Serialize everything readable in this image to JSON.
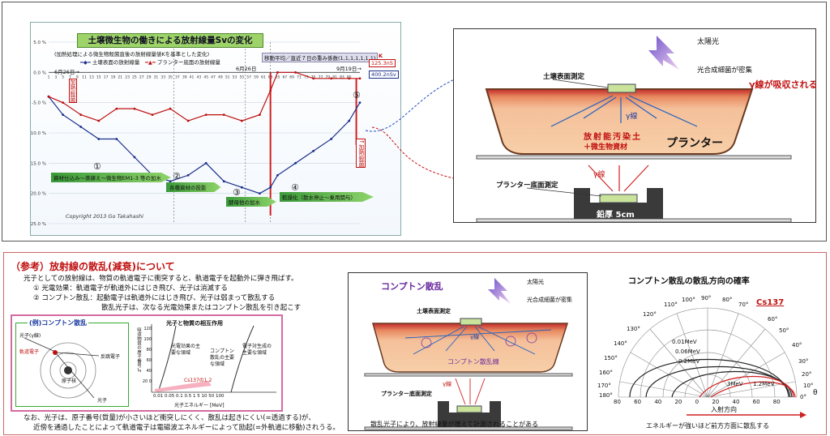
{
  "top": {
    "chart": {
      "title": "土壌微生物の働きによる放射線量Svの変化",
      "note": "(加熱処理による微生物殺菌直後の放射線量値Kを基準とした変化)",
      "moving_avg": "移動平均／直近７日の重み係数(1,1,1,1,1,1,1)",
      "legend_surface": "土壌表面の放射線量",
      "legend_bottom": "プランター底面の放射線量",
      "date_left": "6月26日→",
      "date_mid": "6月26日",
      "date_right": "9月19日→",
      "k_label": "K",
      "k_top": "125.3nS",
      "k_bottom": "400.2nSv",
      "y_ticks": [
        "5.0 %",
        "0.0 %",
        "-5.0 %",
        "-10.0 %",
        "-15.0 %",
        "-20.0 %",
        "-25.0 %"
      ],
      "x_ticks": [
        "1",
        "3",
        "5",
        "7",
        "9",
        "11",
        "13",
        "15",
        "17",
        "19",
        "21",
        "23",
        "25",
        "27",
        "29",
        "31",
        "33",
        "35",
        "37",
        "39",
        "41",
        "43",
        "45",
        "47",
        "49",
        "51",
        "53",
        "55",
        "57",
        "59",
        "61",
        "63",
        "65",
        "67",
        "69",
        "71",
        "73",
        "75",
        "77",
        "79",
        "81",
        "83",
        "85"
      ],
      "phase1": "資材仕込み～蒸練え～微生物EM1-3 等の加水",
      "phase2": "各種資材の投影",
      "phase3": "酵母他の加水",
      "phase4": "乾燥化（散水停止～乗用関与）",
      "num1": "①",
      "num2": "②",
      "num3": "③",
      "num4": "④",
      "num5": "⑤",
      "heat_left": "加熱殺菌",
      "heat_right": "↑加熱殺菌",
      "copyright": "Copyright 2013 Go Takahashi",
      "chart_data": {
        "type": "line",
        "xlabel": "",
        "ylabel": "",
        "ylim": [
          -25,
          5
        ],
        "x": [
          1,
          5,
          10,
          15,
          20,
          25,
          30,
          35,
          40,
          45,
          50,
          55,
          60,
          63,
          65,
          70,
          75,
          80,
          85,
          88
        ],
        "series": [
          {
            "name": "土壌表面の放射線量",
            "values": [
              -4,
              -7,
              -9,
              -11,
              -11,
              -14,
              -17,
              -18,
              -17,
              -15,
              -18,
              -19,
              -20,
              -19,
              -17,
              -15,
              -13,
              -11,
              -8,
              -5
            ]
          },
          {
            "name": "プランター底面の放射線量",
            "values": [
              -4,
              -5,
              -7,
              -8,
              -6,
              -6,
              -7,
              -6,
              -8,
              -7,
              -7,
              -8,
              -7,
              -3,
              0,
              0,
              -1,
              -1,
              -1,
              -1
            ]
          }
        ]
      }
    },
    "diagram": {
      "sunlight": "太陽光",
      "photosynthetic": "光合成細菌が密集",
      "gamma_absorbed": "γ線が吸収される",
      "soil_surface": "土壌表面測定",
      "gamma": "γ線",
      "soil_label1": "放射能汚染土",
      "soil_label2": "＋微生物資材",
      "planter": "プランター",
      "gamma_lower": "γ線",
      "bottom_measure": "プランター底面測定",
      "lead": "鉛厚 5cm"
    }
  },
  "bottom": {
    "heading": "（参考）放射線の散乱(減衰)について",
    "line1": "光子としての放射線は、物質の軌道電子に衝突すると、軌道電子を起動外に弾き飛ばす。",
    "line2": "① 光電効果：軌道電子が軌道外にはじき飛び、光子は消滅する",
    "line3": "② コンプトン散乱：起動電子は軌道外にはじき飛び、光子は弱まって散乱する",
    "line4": "散乱光子は、次なる光電効果またはコンプトン散乱を引き起こす",
    "example_title": "(例)コンプトン散乱",
    "ex_photon": "光子(γ線)",
    "ex_orbital": "軌道電子",
    "ex_recoil": "反跳電子",
    "ex_nucleus": "原子核",
    "ex_out": "光子",
    "interact_title": "光子と物質の相互作用",
    "ie_photo": "光電効果の主要な領域",
    "ie_compton": "コンプトン散乱の主要な領域",
    "ie_pair": "電子対生成の主要な領域",
    "ie_cs": "Cs137の1.2",
    "ie_xlabel": "光子エネルギー [MeV]",
    "ie_ylabel": "吸収物質の原子番号,Z",
    "ie_xticks": [
      "0.01",
      "0.05",
      "0.1",
      "0.5",
      "1",
      "5",
      "10",
      "50",
      "100"
    ],
    "ie_yticks": [
      "120",
      "100",
      "80",
      "60",
      "40",
      "20",
      "0"
    ],
    "note1": "なお、光子は、原子番号(質量)が小さいほど衝突しにくく、散乱は起きにくい(=透過する)が、",
    "note2": "近傍を通過したことによって軌道電子は電磁波エネルギーによって励起(=外軌道に移動)されうる。",
    "compton": {
      "title": "コンプトン散乱",
      "sunlight": "太陽光",
      "photosynthetic": "光合成細菌が密集",
      "soil_surface": "土壌表面測定",
      "gamma": "γ線",
      "scatter": "コンプトン散乱線",
      "gamma2": "γ線",
      "bottom_measure": "プランター底面測定",
      "caption": "散乱光子により、放射線量が増えて計測されることがある"
    },
    "polar": {
      "title": "コンプトン散乱の散乱方向の確率",
      "cs": "Cs137",
      "angles": [
        "110°",
        "100°",
        "90°",
        "80°",
        "70°",
        "120°",
        "60°",
        "130°",
        "50°",
        "140°",
        "40°",
        "150°",
        "30°",
        "160°",
        "20°",
        "170°",
        "10°",
        "180°",
        "0°"
      ],
      "energies": [
        "0.01MeV",
        "0.06MeV",
        "0.2MeV",
        "3MeV",
        "1.2MeV"
      ],
      "xticks": [
        "80",
        "60",
        "40",
        "20",
        "0",
        "20",
        "40",
        "60",
        "80"
      ],
      "theta": "θ",
      "incident": "入射方向",
      "caption": "エネルギーが強いほど前方方面に散乱する"
    }
  }
}
